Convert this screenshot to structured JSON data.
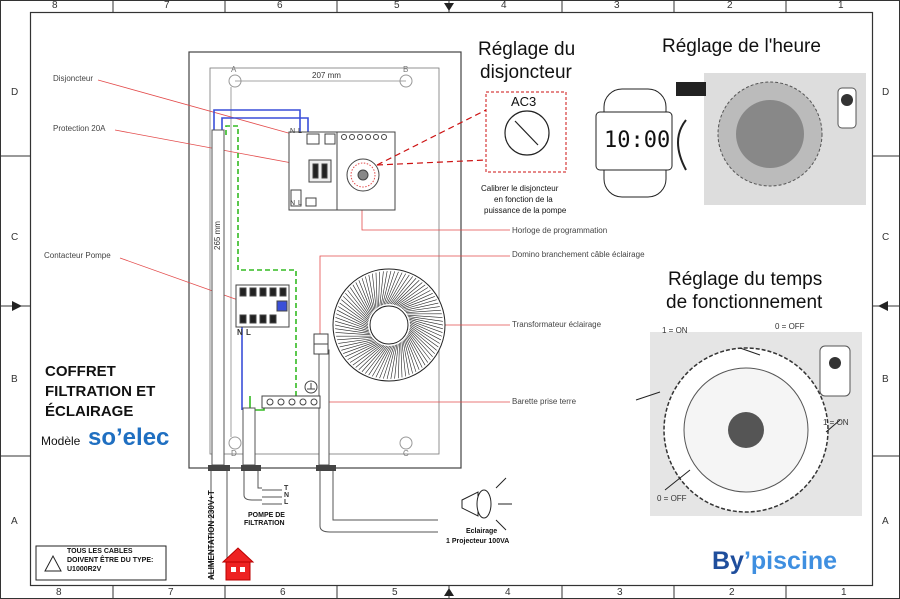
{
  "frame": {
    "columns": [
      "8",
      "7",
      "6",
      "5",
      "4",
      "3",
      "2",
      "1"
    ],
    "rows": [
      "D",
      "C",
      "B",
      "A"
    ]
  },
  "panel": {
    "title_lines": [
      "COFFRET",
      "FILTRATION ET",
      "ÉCLAIRAGE"
    ],
    "model_label": "Modèle",
    "brand_so": "so",
    "brand_elec": "’elec",
    "dimension_top": "207 mm",
    "dimension_side": "265 mm",
    "corner_a": "A",
    "corner_b": "B",
    "corner_c": "C",
    "corner_d": "D",
    "breaker_text": "AC3"
  },
  "callouts": {
    "disjoncteur": "Disjoncteur",
    "protection": "Protection 20A",
    "contacteur": "Contacteur Pompe",
    "horloge": "Horloge de programmation",
    "domino": "Domino branchement câble éclairage",
    "transformateur": "Transformateur éclairage",
    "barette": "Barette prise terre"
  },
  "terminals": {
    "n1": "N",
    "l1": "L",
    "n2": "N",
    "l2": "L",
    "n3": "N",
    "l3": "L"
  },
  "detail_breaker": {
    "title_lines": [
      "Réglage du",
      "disjoncteur"
    ],
    "caption_lines": [
      "Calibrer le disjoncteur",
      "en fonction de la",
      "puissance de la pompe"
    ]
  },
  "detail_time": {
    "title": "Réglage de l'heure",
    "watch_display": "10:00"
  },
  "detail_run": {
    "title_lines": [
      "Réglage du temps",
      "de fonctionnement"
    ],
    "label_on_1": "1 = ON",
    "label_off_0": "0 = OFF",
    "label_on_1b": "1 = ON",
    "label_off_0b": "0 = OFF"
  },
  "bottom": {
    "supply": "ALIMENTATION 230V+T",
    "pump_terminals": [
      "T",
      "N",
      "L"
    ],
    "pump_label_lines": [
      "POMPE DE",
      "FILTRATION"
    ],
    "light_label_lines": [
      "Eclairage",
      "1 Projecteur 100VA"
    ],
    "warning_lines": [
      "TOUS LES CABLES",
      "DOIVENT ÊTRE DU TYPE:",
      "U1000R2V"
    ],
    "logo_by": "By",
    "logo_piscine": "’piscine"
  },
  "colors": {
    "frame": "#333333",
    "callout_line": "#e34b4b",
    "wire_blue": "#3a4fd8",
    "wire_green": "#33bb22",
    "detail_dash": "#cc1111",
    "brand_blue": "#1f6fc1",
    "brand_green": "#4a8c2f"
  }
}
